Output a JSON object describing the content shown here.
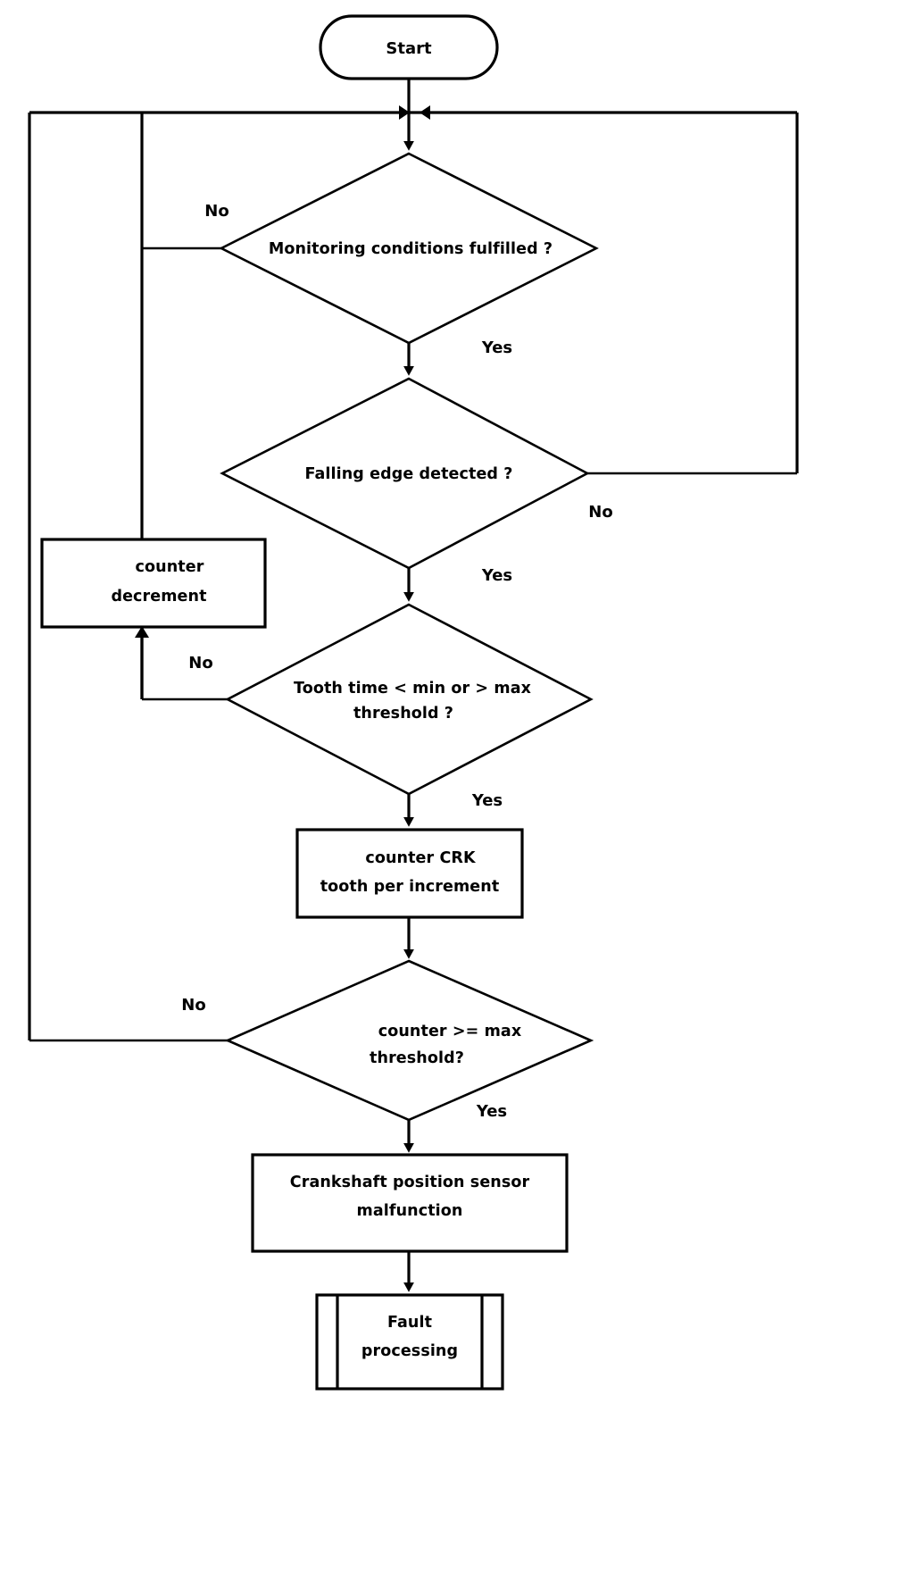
{
  "diagram": {
    "title": "Crankshaft position sensor monitoring flowchart",
    "type": "flowchart",
    "background_color": "#ffffff",
    "line_color": "#000000",
    "nodes": {
      "start": {
        "label": "Start",
        "shape": "terminator"
      },
      "monitoring": {
        "label": "Monitoring conditions fulfilled ?",
        "shape": "decision"
      },
      "falling_edge": {
        "label": "Falling edge detected ?",
        "shape": "decision"
      },
      "counter_decrement": {
        "line1": "counter",
        "line2": "decrement",
        "shape": "process"
      },
      "tooth_time": {
        "line1": "Tooth time < min or > max",
        "line2": "threshold ?",
        "shape": "decision"
      },
      "counter_crk": {
        "line1": "counter CRK",
        "line2": "tooth per increment",
        "shape": "process"
      },
      "counter_max": {
        "line1": "counter  >= max",
        "line2": "threshold?",
        "shape": "decision"
      },
      "malfunction": {
        "line1": "Crankshaft position sensor",
        "line2": "malfunction",
        "shape": "process"
      },
      "fault_processing": {
        "line1": "Fault",
        "line2": "processing",
        "shape": "predefined-process"
      }
    },
    "edge_labels": {
      "monitoring_no": "No",
      "monitoring_yes": "Yes",
      "falling_edge_no": "No",
      "falling_edge_yes": "Yes",
      "tooth_time_no": "No",
      "tooth_time_yes": "Yes",
      "counter_max_no": "No",
      "counter_max_yes": "Yes"
    }
  }
}
